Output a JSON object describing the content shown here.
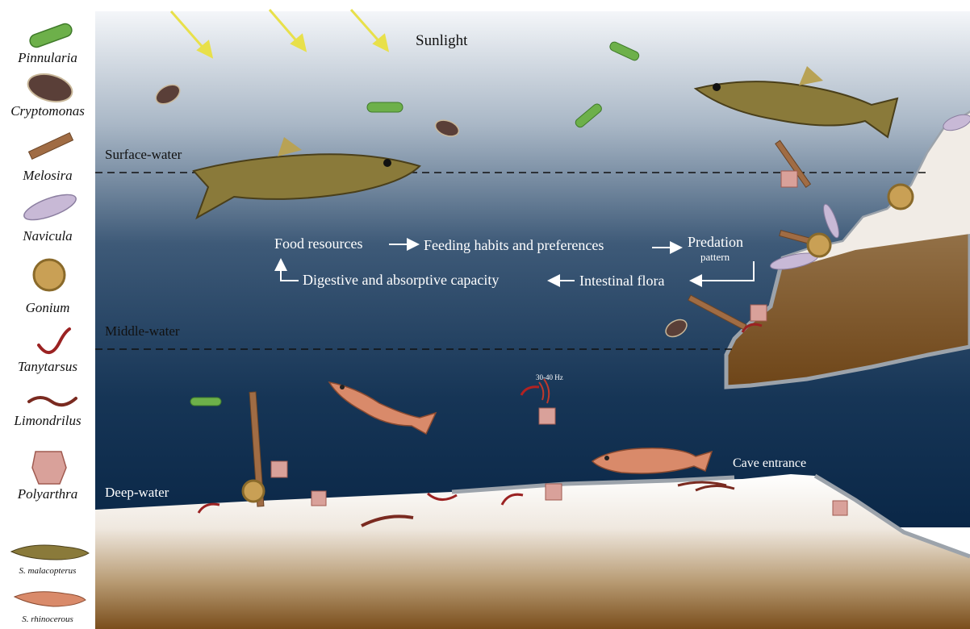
{
  "legend": {
    "items": [
      {
        "label": "Pinnularia"
      },
      {
        "label": "Cryptomonas"
      },
      {
        "label": "Melosira"
      },
      {
        "label": "Navicula"
      },
      {
        "label": "Gonium"
      },
      {
        "label": "Tanytarsus"
      },
      {
        "label": "Limondrilus"
      },
      {
        "label": "Polyarthra"
      },
      {
        "label": "S. malacopterus"
      },
      {
        "label": "S. rhinocerous"
      }
    ]
  },
  "zones": {
    "surface": "Surface-water",
    "middle": "Middle-water",
    "deep": "Deep-water"
  },
  "sunlight": "Sunlight",
  "cave_entrance": "Cave entrance",
  "frequency": "30-40 Hz",
  "flow": {
    "food_resources": "Food resources",
    "feeding_habits": "Feeding habits and preferences",
    "predation": "Predation",
    "predation_sub": "pattern",
    "intestinal_flora": "Intestinal flora",
    "digestive": "Digestive and absorptive capacity"
  },
  "colors": {
    "water_top": "#f2f4f7",
    "water_bottom": "#0d2d4f",
    "sediment": "#8a5a26",
    "arrow": "#f0e85a",
    "fish_body": "#8a7a3a",
    "fish_pink": "#d98a6a"
  }
}
